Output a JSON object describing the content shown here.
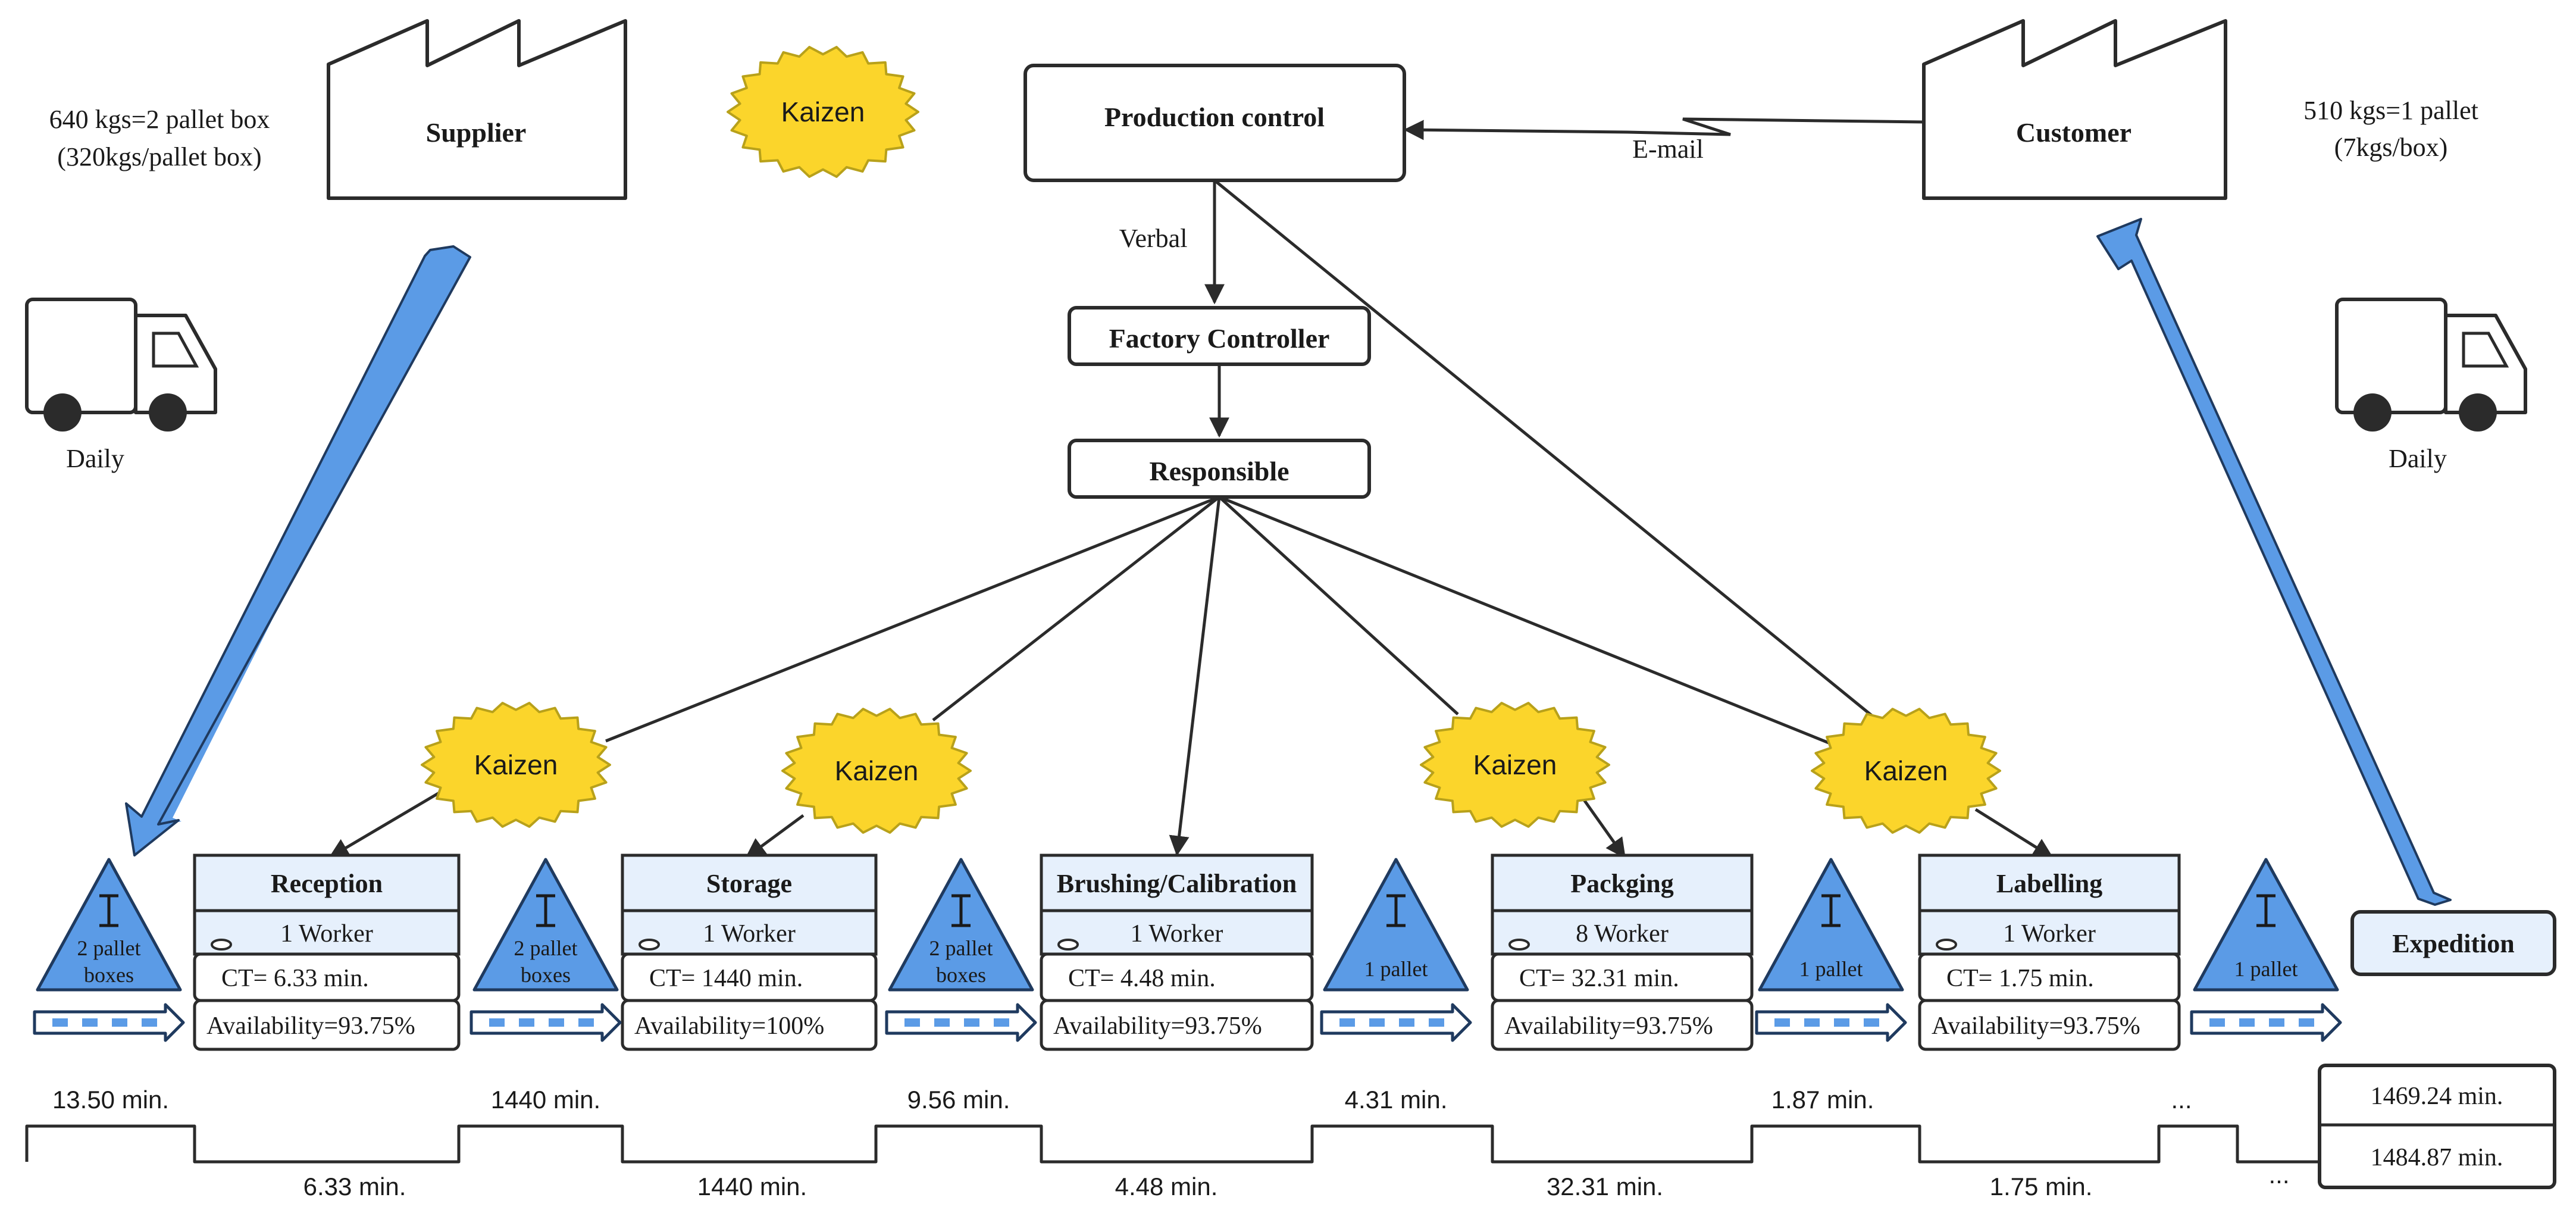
{
  "diagram": {
    "supplier": {
      "label": "Supplier"
    },
    "customer": {
      "label": "Customer"
    },
    "production_control": {
      "label": "Production control"
    },
    "factory_controller": {
      "label": "Factory Controller"
    },
    "responsible": {
      "label": "Responsible"
    },
    "expedition": {
      "label": "Expedition"
    },
    "supplier_note": {
      "line1": "640 kgs=2 pallet box",
      "line2": "(320kgs/pallet box)"
    },
    "customer_note": {
      "line1": "510 kgs=1 pallet",
      "line2": "(7kgs/box)"
    },
    "truck_left": {
      "label": "Daily"
    },
    "truck_right": {
      "label": "Daily"
    },
    "email_label": "E-mail",
    "verbal_label": "Verbal",
    "kaizen_label": "Kaizen",
    "processes": [
      {
        "name": "Reception",
        "workers": "1 Worker",
        "ct": "CT= 6.33 min.",
        "availability": "Availability=93.75%"
      },
      {
        "name": "Storage",
        "workers": "1 Worker",
        "ct": "CT= 1440 min.",
        "availability": "Availability=100%"
      },
      {
        "name": "Brushing/Calibration",
        "workers": "1 Worker",
        "ct": "CT= 4.48 min.",
        "availability": "Availability=93.75%"
      },
      {
        "name": "Packging",
        "workers": "8 Worker",
        "ct": "CT= 32.31 min.",
        "availability": "Availability=93.75%"
      },
      {
        "name": "Labelling",
        "workers": "1 Worker",
        "ct": "CT= 1.75 min.",
        "availability": "Availability=93.75%"
      }
    ],
    "inventories": [
      {
        "line1": "2 pallet",
        "line2": "boxes"
      },
      {
        "line1": "2 pallet",
        "line2": "boxes"
      },
      {
        "line1": "2 pallet",
        "line2": "boxes"
      },
      {
        "line1": "1 pallet",
        "line2": ""
      },
      {
        "line1": "1 pallet",
        "line2": ""
      },
      {
        "line1": "1 pallet",
        "line2": ""
      }
    ],
    "timeline": {
      "wait_times": [
        "13.50 min.",
        "1440 min.",
        "9.56 min.",
        "4.31 min.",
        "1.87 min.",
        "..."
      ],
      "process_times": [
        "6.33 min.",
        "1440 min.",
        "4.48 min.",
        "32.31 min.",
        "1.75 min.",
        "..."
      ],
      "totals": [
        "1469.24 min.",
        "1484.87 min."
      ]
    },
    "colors": {
      "blue": "#5b9be6",
      "blue_dark": "#1f3a5f",
      "kaizen": "#fbd52b",
      "kaizen_border": "#b8a11a",
      "header_fill": "#e6f0fc",
      "line": "#2b2b2b"
    }
  }
}
